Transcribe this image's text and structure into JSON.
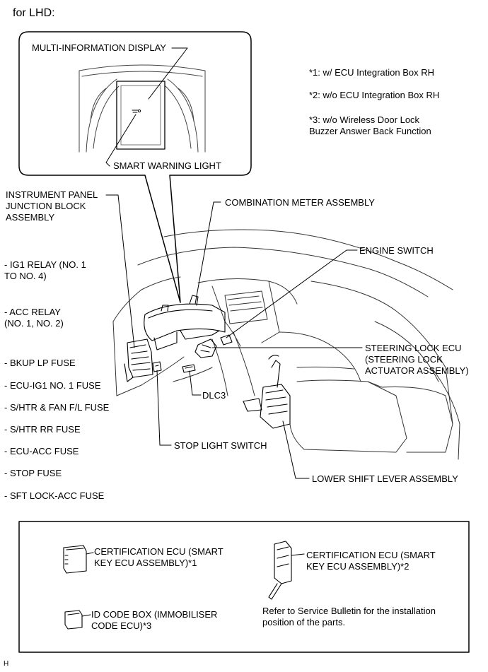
{
  "header": {
    "title": "for LHD:"
  },
  "callout": {
    "multi_info_display": "MULTI-INFORMATION DISPLAY",
    "smart_warning_light": "SMART WARNING LIGHT"
  },
  "notes": [
    "*1: w/ ECU Integration Box RH",
    "*2: w/o ECU Integration Box RH",
    "*3: w/o Wireless Door Lock\nBuzzer Answer Back Function"
  ],
  "labels": {
    "ip_junction_block": "INSTRUMENT PANEL\nJUNCTION BLOCK\nASSEMBLY",
    "combination_meter": "COMBINATION METER ASSEMBLY",
    "engine_switch": "ENGINE SWITCH",
    "steering_lock_ecu": "STEERING LOCK ECU\n(STEERING LOCK\nACTUATOR ASSEMBLY)",
    "dlc3": "DLC3",
    "stop_light_switch": "STOP LIGHT SWITCH",
    "lower_shift_lever": "LOWER SHIFT LEVER ASSEMBLY"
  },
  "components_list": [
    "- IG1 RELAY (NO. 1\nTO NO. 4)",
    "- ACC RELAY\n(NO. 1, NO. 2)",
    "- BKUP LP FUSE",
    "- ECU-IG1 NO. 1 FUSE",
    "- S/HTR & FAN F/L FUSE",
    "- S/HTR RR FUSE",
    "- ECU-ACC FUSE",
    "- STOP FUSE",
    "- SFT LOCK-ACC FUSE"
  ],
  "legend": {
    "cert_ecu_1": "CERTIFICATION ECU (SMART\nKEY ECU ASSEMBLY)*1",
    "cert_ecu_2": "CERTIFICATION ECU (SMART\nKEY ECU ASSEMBLY)*2",
    "id_code_box": "ID CODE BOX (IMMOBILISER\nCODE ECU)*3",
    "refer_note": "Refer to Service Bulletin for the installation\nposition of the parts."
  },
  "footer": {
    "code": "H"
  }
}
